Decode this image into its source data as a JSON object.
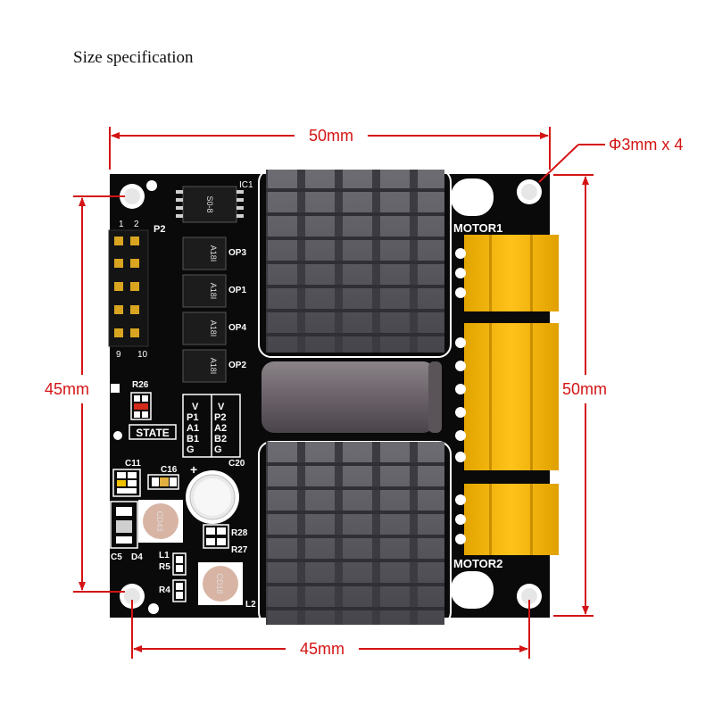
{
  "title": "Size specification",
  "dimensions": {
    "top_width": "50mm",
    "bottom_width": "45mm",
    "left_height": "45mm",
    "right_height": "50mm",
    "hole_spec": "Φ3mm x 4"
  },
  "board": {
    "ic1": "IC1",
    "ic1_marking": "S0-8",
    "p2": "P2",
    "p2_pin1": "1",
    "p2_pin2": "2",
    "p2_pin9": "9",
    "p2_pin10": "10",
    "opamps": [
      {
        "label": "OP3",
        "marking": "A18I"
      },
      {
        "label": "OP1",
        "marking": "A18I"
      },
      {
        "label": "OP4",
        "marking": "A18I"
      },
      {
        "label": "OP2",
        "marking": "A18I"
      }
    ],
    "r26": "R26",
    "state": "STATE",
    "pin_col1": [
      "V",
      "P1",
      "A1",
      "B1",
      "G"
    ],
    "pin_col2": [
      "V",
      "P2",
      "A2",
      "B2",
      "G"
    ],
    "c11": "C11",
    "c16": "C16",
    "c20": "C20",
    "plus": "+",
    "r28": "R28",
    "r27": "R27",
    "c5": "C5",
    "d4": "D4",
    "l1": "L1",
    "r5": "R5",
    "r4": "R4",
    "l2": "L2",
    "inductor1_marking": "CD43",
    "inductor2_marking": "CD18",
    "motor1": "MOTOR1",
    "motor2": "MOTOR2"
  },
  "colors": {
    "dimension": "#d41414",
    "board": "#0a0a0a",
    "heatsink": "#5d5d63",
    "terminal": "#f2b200",
    "silkscreen": "#ffffff"
  }
}
